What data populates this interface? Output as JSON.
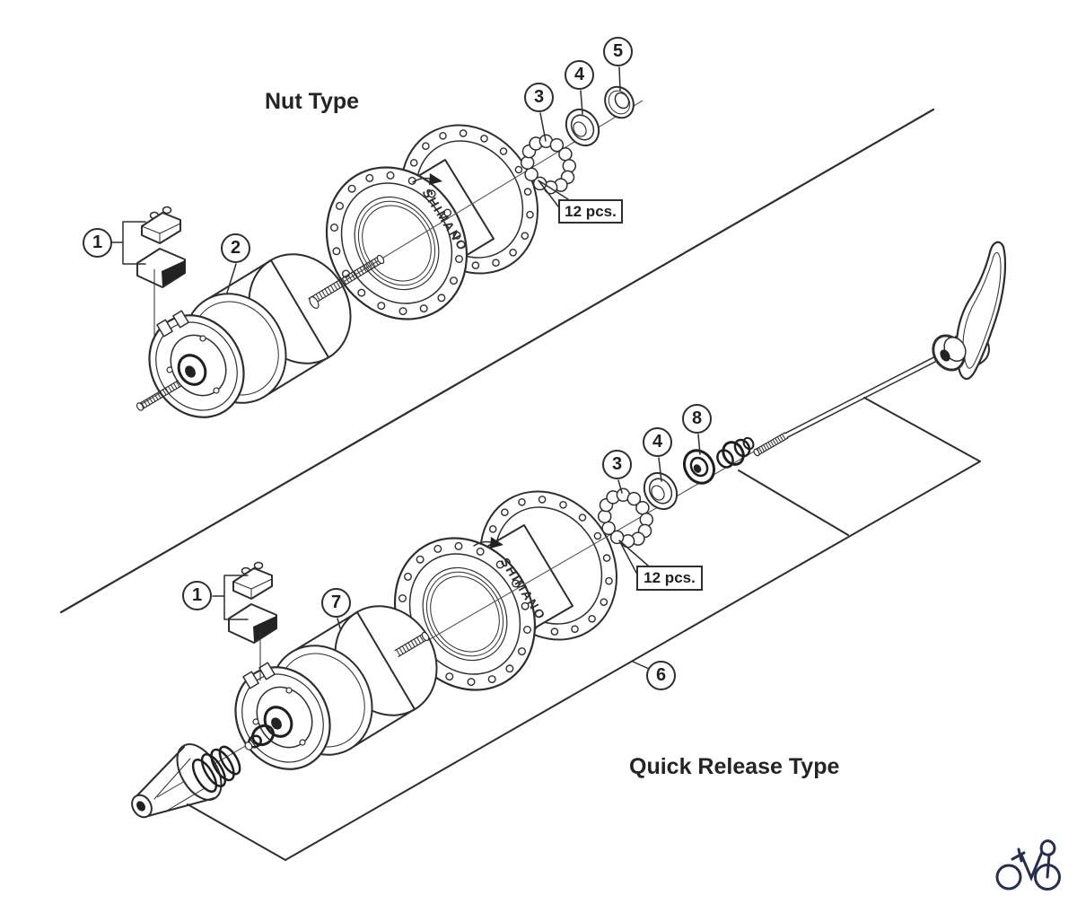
{
  "titles": {
    "top": "Nut Type",
    "bottom": "Quick Release Type"
  },
  "brand": {
    "top": "SHIMANO",
    "bottom": "SHIMANO"
  },
  "pcs": {
    "top": "12 pcs.",
    "bottom": "12 pcs."
  },
  "callouts": {
    "top": [
      "1",
      "2",
      "3",
      "4",
      "5"
    ],
    "bottom": [
      "1",
      "7",
      "3",
      "4",
      "8",
      "6"
    ]
  },
  "colors": {
    "line": "#2e2e2e",
    "logo": "#262f50",
    "background": "#ffffff"
  }
}
